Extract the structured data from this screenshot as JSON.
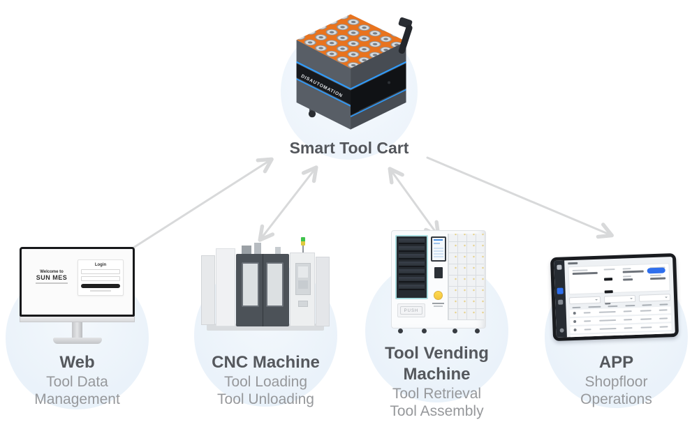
{
  "hub": {
    "label": "Smart Tool Cart",
    "cart_brand_text": "DISAUTOMATION"
  },
  "nodes": {
    "web": {
      "title": "Web",
      "subtitle_line1": "Tool Data",
      "subtitle_line2": "Management",
      "screen": {
        "welcome_small": "Welcome to",
        "welcome_title": "SUN MES",
        "login_title": "Login"
      }
    },
    "cnc": {
      "title": "CNC Machine",
      "subtitle_line1": "Tool Loading",
      "subtitle_line2": "Tool Unloading"
    },
    "vending": {
      "title_line1": "Tool Vending",
      "title_line2": "Machine",
      "subtitle_line1": "Tool Retrieval",
      "subtitle_line2": "Tool Assembly",
      "push_label": "PUSH"
    },
    "app": {
      "title": "APP",
      "subtitle_line1": "Shopfloor",
      "subtitle_line2": "Operations"
    }
  },
  "connections": [
    {
      "from": "web",
      "to": "smart-tool-cart",
      "direction": "one-way-to-cart"
    },
    {
      "from": "cnc-machine",
      "to": "smart-tool-cart",
      "direction": "bidirectional"
    },
    {
      "from": "tool-vending-machine",
      "to": "smart-tool-cart",
      "direction": "bidirectional"
    },
    {
      "from": "smart-tool-cart",
      "to": "app",
      "direction": "one-way-to-app"
    }
  ],
  "colors": {
    "node_circle": "#ebf3fa",
    "arrow": "#d8d9da",
    "title_text": "#55585d",
    "subtitle_text": "#96989b",
    "cart_orange": "#e8731e",
    "cart_blue_stripe": "#2d9cff",
    "accent_blue": "#2f6fed"
  }
}
